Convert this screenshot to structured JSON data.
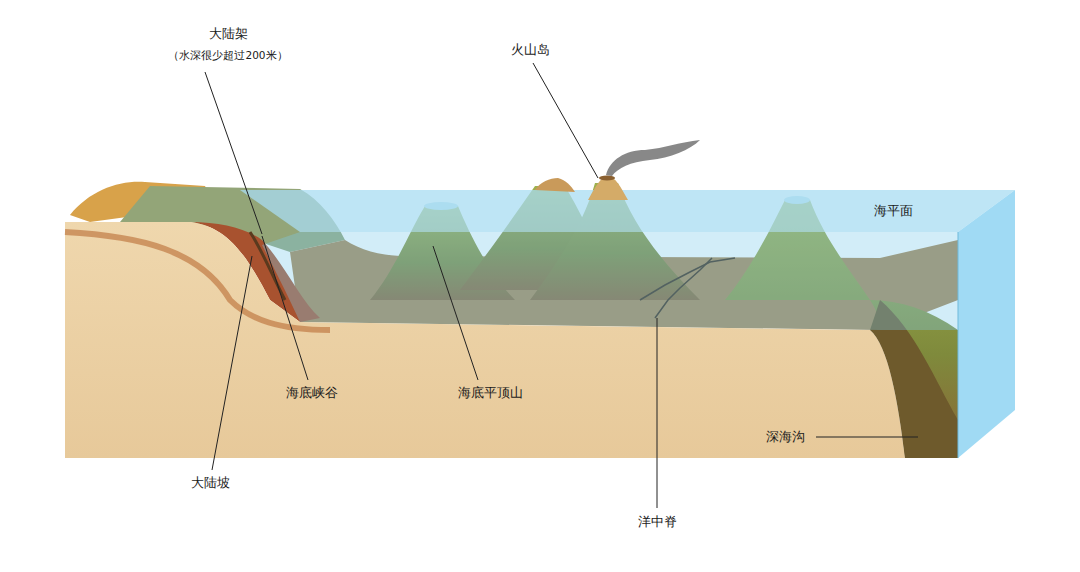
{
  "diagram": {
    "labels": [
      "大陆架",
      "（水深很少超过200米）",
      "火山岛",
      "海平面",
      "海底峡谷",
      "海底平顶山",
      "大陆坡",
      "深海沟",
      "洋中脊"
    ]
  }
}
